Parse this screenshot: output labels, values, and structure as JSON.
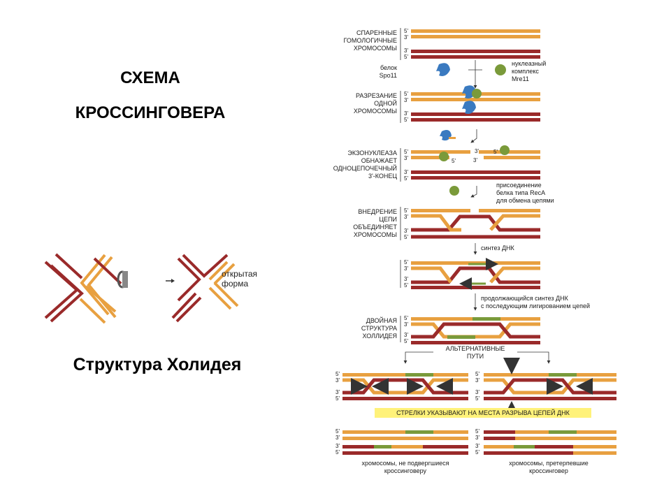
{
  "title": {
    "line1": "СХЕМА",
    "line2": "КРОССИНГОВЕРА"
  },
  "holliday": {
    "caption": "Структура Холидея",
    "open_form_line1": "открытая",
    "open_form_line2": "форма"
  },
  "diagram": {
    "primes": {
      "five": "5'",
      "three": "3'"
    },
    "stage1": {
      "l1": "СПАРЕННЫЕ",
      "l2": "ГОМОЛОГИЧНЫЕ",
      "l3": "ХРОМОСОМЫ"
    },
    "spo11": {
      "l1": "белок",
      "l2": "Spo11"
    },
    "mre11": {
      "l1": "нуклеазный",
      "l2": "комплекс",
      "l3": "Mre11"
    },
    "stage2": {
      "l1": "РАЗРЕЗАНИЕ",
      "l2": "ОДНОЙ",
      "l3": "ХРОМОСОМЫ"
    },
    "stage3": {
      "l1": "ЭКЗОНУКЛЕАЗА",
      "l2": "ОБНАЖАЕТ",
      "l3": "ОДНОЦЕПОЧЕЧНЫЙ",
      "l4": "3'-КОНЕЦ"
    },
    "reca": {
      "l1": "присоединение",
      "l2": "белка типа RecA",
      "l3": "для обмена цепями"
    },
    "stage4": {
      "l1": "ВНЕДРЕНИЕ",
      "l2": "ЦЕПИ",
      "l3": "ОБЪЕДИНЯЕТ",
      "l4": "ХРОМОСОМЫ"
    },
    "synth": "синтез ДНК",
    "cont": {
      "l1": "продолжающийся синтез ДНК",
      "l2": "с последующим лигированием цепей"
    },
    "stage6": {
      "l1": "ДВОЙНАЯ",
      "l2": "СТРУКТУРА",
      "l3": "ХОЛЛИДЕЯ"
    },
    "alt": {
      "l1": "АЛЬТЕРНАТИВНЫЕ",
      "l2": "ПУТИ"
    },
    "arrows_note": "СТРЕЛКИ УКАЗЫВАЮТ НА МЕСТА РАЗРЫВА ЦЕПЕЙ ДНК",
    "result_left": {
      "l1": "хромосомы, не подвергшиеся",
      "l2": "кроссинговеру"
    },
    "result_right": {
      "l1": "хромосомы, претерпевшие",
      "l2": "кроссинговер"
    }
  },
  "colors": {
    "orange": "#e8a040",
    "red": "#9a2a2a",
    "green": "#7a9a3a",
    "blue": "#3a7ac0",
    "cyan": "#1aa0e0",
    "note_bg": "#fff27a"
  }
}
